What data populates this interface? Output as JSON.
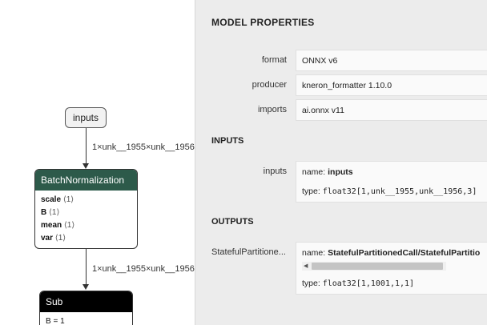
{
  "graph": {
    "input_node": {
      "label": "inputs"
    },
    "edge1_label": "1×unk__1955×unk__1956",
    "edge2_label": "1×unk__1955×unk__1956",
    "batchnorm": {
      "title": "BatchNormalization",
      "header_color": "#2d5a4a",
      "attrs": [
        {
          "name": "scale",
          "shape": "⟨1⟩"
        },
        {
          "name": "B",
          "shape": "⟨1⟩"
        },
        {
          "name": "mean",
          "shape": "⟨1⟩"
        },
        {
          "name": "var",
          "shape": "⟨1⟩"
        }
      ]
    },
    "sub": {
      "title": "Sub",
      "header_color": "#000000",
      "attr": "B = 1"
    }
  },
  "sidebar": {
    "title": "MODEL PROPERTIES",
    "format_label": "format",
    "format_value": "ONNX v6",
    "producer_label": "producer",
    "producer_value": "kneron_formatter 1.10.0",
    "imports_label": "imports",
    "imports_value": "ai.onnx v11",
    "inputs_section": "INPUTS",
    "input_label": "inputs",
    "input_name_key": "name:",
    "input_name_value": "inputs",
    "input_type_key": "type:",
    "input_type_value": "float32[1,unk__1955,unk__1956,3]",
    "outputs_section": "OUTPUTS",
    "output_label": "StatefulPartitione...",
    "output_name_key": "name:",
    "output_name_value": "StatefulPartitionedCall/StatefulPartitio",
    "output_type_key": "type:",
    "output_type_value": "float32[1,1001,1,1]"
  }
}
